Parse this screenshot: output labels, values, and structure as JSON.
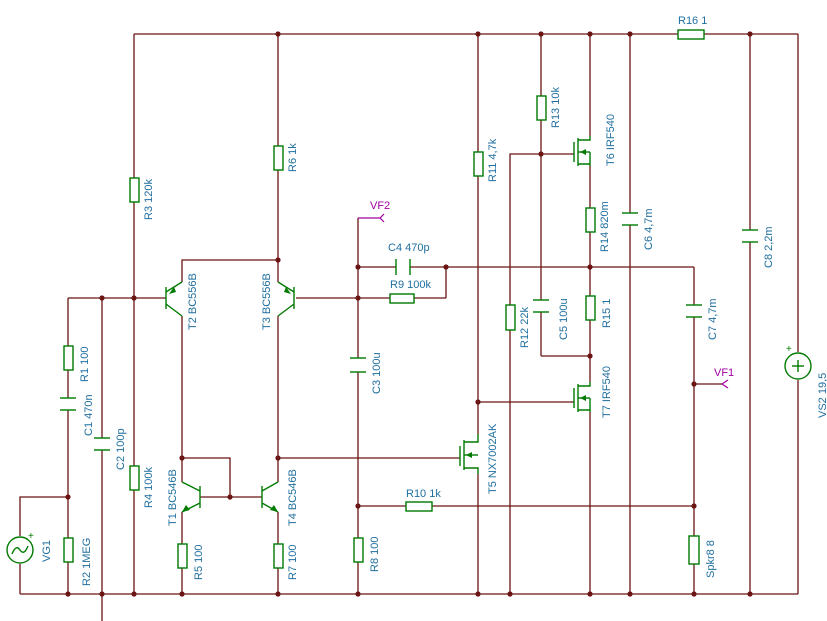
{
  "components": {
    "R16": "R16 1",
    "R3": "R3 120k",
    "R6": "R6 1k",
    "R11": "R11 4,7k",
    "R13": "R13 10k",
    "T6": "T6 IRF540",
    "R14": "R14 820m",
    "C6": "C6 4,7m",
    "C8": "C8 2,2m",
    "C4": "C4 470p",
    "R9": "R9 100k",
    "T2": "T2 BC556B",
    "T3": "T3 BC556B",
    "R1": "R1 100",
    "C1": "C1 470n",
    "C2": "C2 100p",
    "R4": "R4 100k",
    "C3": "C3 100u",
    "R12": "R12 22k",
    "C5": "C5 100u",
    "R15": "R15 1",
    "C7": "C7 4,7m",
    "T7": "T7 IRF540",
    "T5": "T5 NX7002AK",
    "T1": "T1 BC546B",
    "T4": "T4 BC546B",
    "R10": "R10 1k",
    "R5": "R5 100",
    "R7": "R7 100",
    "R8": "R8 100",
    "R2": "R2 1MEG",
    "Spkr": "Spkr8 8",
    "VG1": "VG1",
    "VS": "VS2 19,5"
  },
  "probes": {
    "VF1": "VF1",
    "VF2": "VF2"
  }
}
